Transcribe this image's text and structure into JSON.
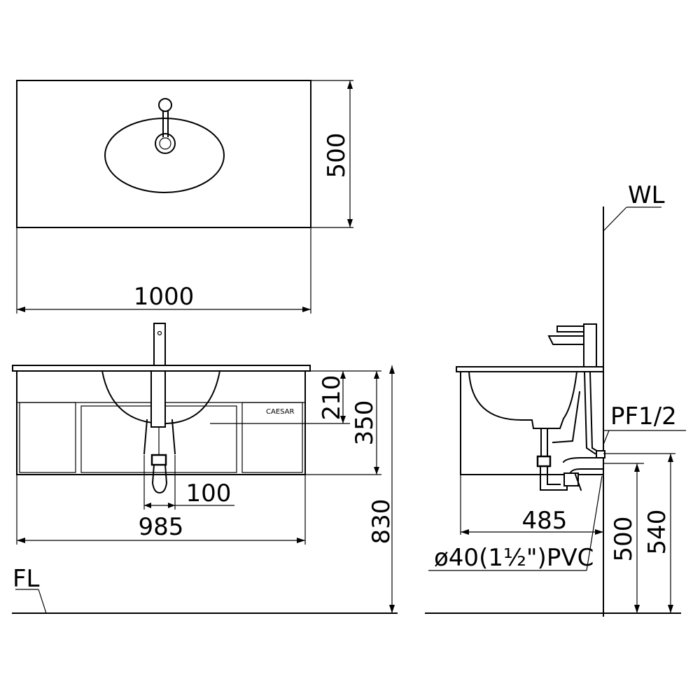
{
  "top_view": {
    "width_dim": "1000",
    "depth_dim": "500"
  },
  "front_view": {
    "brand": "CAESAR",
    "dim_210": "210",
    "dim_350": "350",
    "dim_100": "100",
    "dim_985": "985",
    "dim_830": "830",
    "floor_label": "FL"
  },
  "side_view": {
    "wall_label": "WL",
    "supply_label": "PF1/2",
    "dim_485": "485",
    "dim_500": "500",
    "dim_540": "540",
    "drain_label": "ø40(1½\")PVC"
  }
}
